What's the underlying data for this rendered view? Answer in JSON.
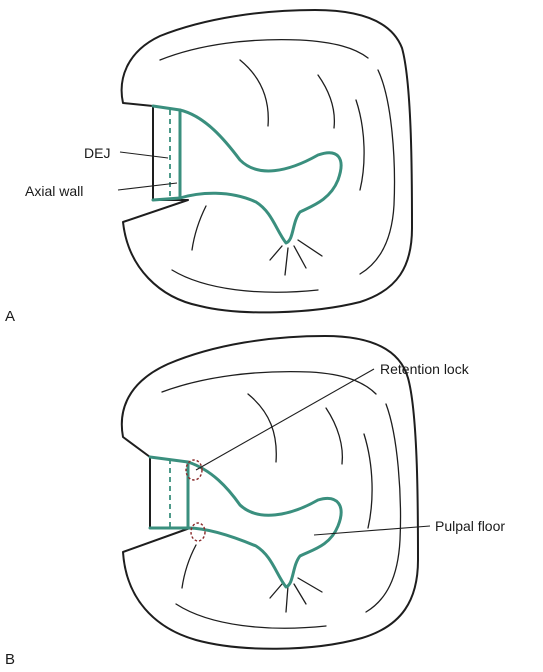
{
  "figure_a": {
    "panel_label": "A",
    "labels": {
      "dej": "DEJ",
      "axial_wall": "Axial wall"
    }
  },
  "figure_b": {
    "panel_label": "B",
    "labels": {
      "retention_lock": "Retention lock",
      "pulpal_floor": "Pulpal floor"
    }
  },
  "colors": {
    "preparation_outline": "#3a8f7e",
    "retention_lock_marks": "#8a2a2a",
    "line_art": "#1e1e1e"
  }
}
